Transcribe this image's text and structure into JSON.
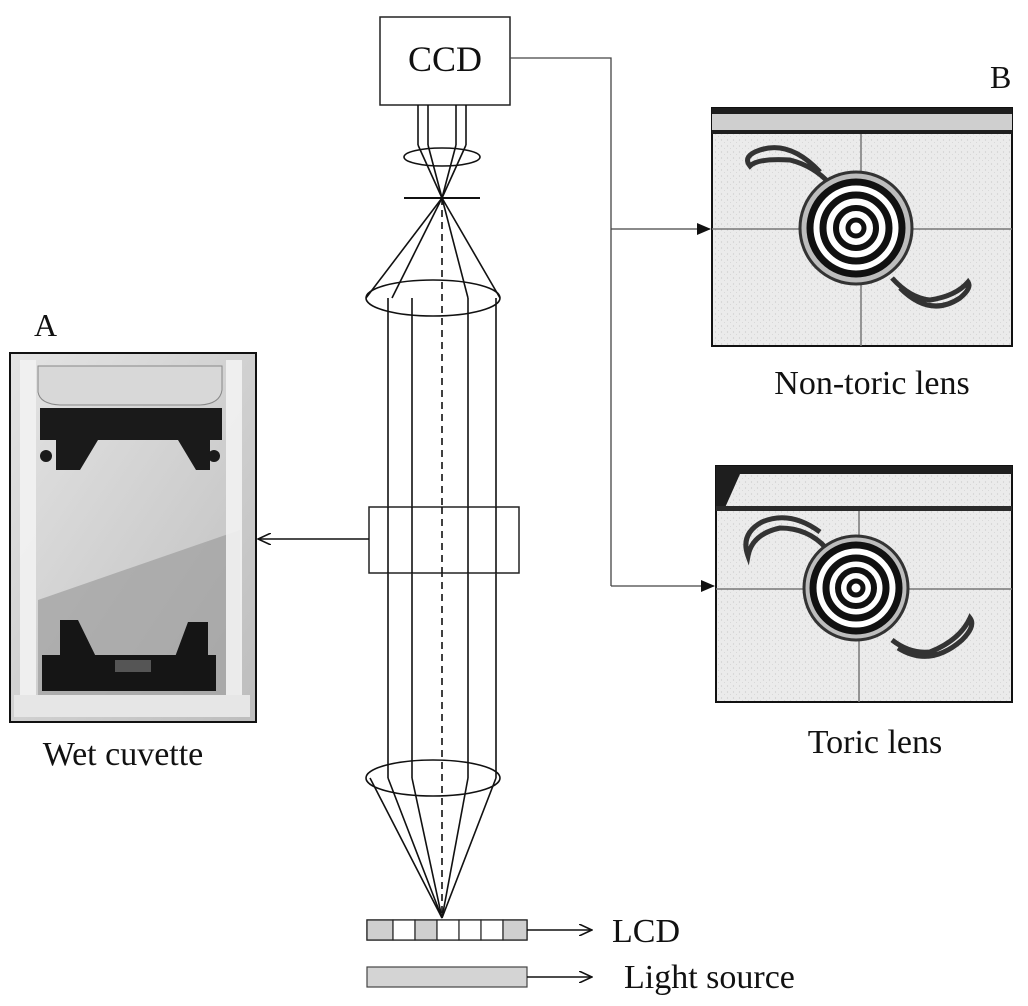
{
  "labels": {
    "ccd": "CCD",
    "panel_a": "A",
    "panel_b": "B",
    "wet_cuvette": "Wet cuvette",
    "non_toric_lens": "Non-toric lens",
    "toric_lens": "Toric lens",
    "lcd": "LCD",
    "light_source": "Light source"
  }
}
